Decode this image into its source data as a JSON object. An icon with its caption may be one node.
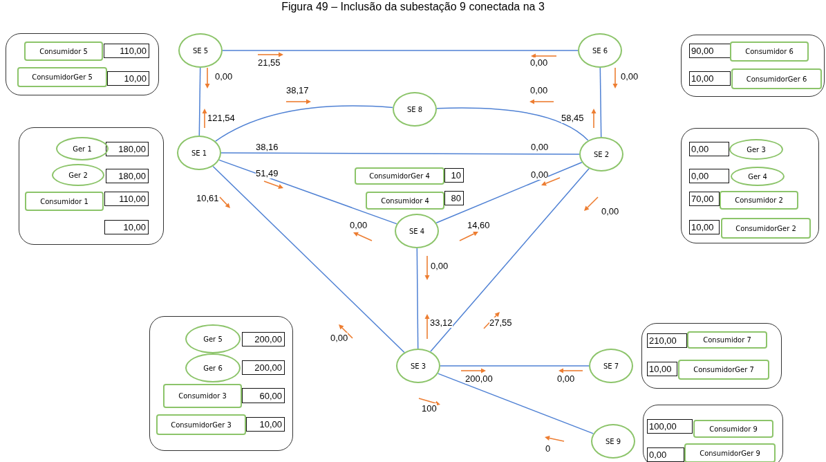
{
  "diagram": {
    "title": "Figura 49 – Inclusão da subestação 9 conectada na 3",
    "nodes": [
      {
        "text": [],
        "shape": "box"
      },
      {
        "text": [
          "Consumidor 5"
        ],
        "in": 0
      },
      {
        "text": [
          "110,00"
        ],
        "in": 0
      },
      {
        "text": [
          "ConsumidorGer 5"
        ],
        "in": 0
      },
      {
        "text": [
          "10,00"
        ],
        "in": 0
      },
      {
        "text": [
          "SE 5"
        ]
      },
      {
        "text": [
          "SE 6"
        ]
      },
      {
        "text": [],
        "shape": "box"
      },
      {
        "text": [
          "90,00"
        ],
        "in": 7
      },
      {
        "text": [
          "Consumidor 6"
        ],
        "in": 7
      },
      {
        "text": [
          "10,00"
        ],
        "in": 7
      },
      {
        "text": [
          "ConsumidorGer 6"
        ],
        "in": 7
      },
      {
        "text": [
          "SE 8"
        ]
      },
      {
        "text": [],
        "shape": "box"
      },
      {
        "text": [
          "Ger 1"
        ],
        "in": 13
      },
      {
        "text": [
          "180,00"
        ],
        "in": 13
      },
      {
        "text": [
          "Ger 2"
        ],
        "in": 13
      },
      {
        "text": [
          "180,00"
        ],
        "in": 13
      },
      {
        "text": [
          "Consumidor 1"
        ],
        "in": 13
      },
      {
        "text": [
          "110,00"
        ],
        "in": 13
      },
      {
        "text": [
          "10,00"
        ],
        "in": 13
      },
      {
        "text": [
          "SE 1"
        ]
      },
      {
        "text": [
          "SE 2"
        ]
      },
      {
        "text": [],
        "shape": "box"
      },
      {
        "text": [
          "0,00"
        ],
        "in": 23
      },
      {
        "text": [
          "Ger 3"
        ],
        "in": 23
      },
      {
        "text": [
          "0,00"
        ],
        "in": 23
      },
      {
        "text": [
          "Ger 4"
        ],
        "in": 23
      },
      {
        "text": [
          "70,00"
        ],
        "in": 23
      },
      {
        "text": [
          "Consumidor 2"
        ],
        "in": 23
      },
      {
        "text": [
          "10,00"
        ],
        "in": 23
      },
      {
        "text": [
          "ConsumidorGer 2"
        ],
        "in": 23
      },
      {
        "text": [
          "ConsumidorGer 4"
        ]
      },
      {
        "text": [
          "10"
        ]
      },
      {
        "text": [
          "Consumidor 4"
        ]
      },
      {
        "text": [
          "80"
        ]
      },
      {
        "text": [
          "SE 4"
        ]
      },
      {
        "text": [],
        "shape": "box"
      },
      {
        "text": [
          "Ger 5"
        ],
        "in": 37
      },
      {
        "text": [
          "200,00"
        ],
        "in": 37
      },
      {
        "text": [
          "Ger 6"
        ],
        "in": 37
      },
      {
        "text": [
          "200,00"
        ],
        "in": 37
      },
      {
        "text": [
          "Consumidor 3"
        ],
        "in": 37
      },
      {
        "text": [
          "60,00"
        ],
        "in": 37
      },
      {
        "text": [
          "ConsumidorGer 3"
        ],
        "in": 37
      },
      {
        "text": [
          "10,00"
        ],
        "in": 37
      },
      {
        "text": [
          "SE 3"
        ]
      },
      {
        "text": [
          "SE 7"
        ]
      },
      {
        "text": [],
        "shape": "box"
      },
      {
        "text": [
          "210,00"
        ],
        "in": 48
      },
      {
        "text": [
          "Consumidor 7"
        ],
        "in": 48
      },
      {
        "text": [
          "10,00"
        ],
        "in": 48
      },
      {
        "text": [
          "ConsumidorGer 7"
        ],
        "in": 48
      },
      {
        "text": [
          "SE 9"
        ]
      },
      {
        "text": [],
        "shape": "box"
      },
      {
        "text": [
          "100,00"
        ],
        "in": 54
      },
      {
        "text": [
          "Consumidor 9"
        ],
        "in": 54
      },
      {
        "text": [
          "0,00"
        ],
        "in": 54
      },
      {
        "text": [
          "ConsumidorGer 9"
        ],
        "in": 54
      }
    ],
    "edges": [
      {
        "from": 5,
        "to": 6,
        "arrow": "none"
      },
      {
        "from": 5,
        "to": 21,
        "arrow": "none"
      },
      {
        "from": 6,
        "to": 22,
        "arrow": "none"
      },
      {
        "from": 21,
        "to": 12,
        "arrow": "none"
      },
      {
        "from": 12,
        "to": 22,
        "arrow": "none"
      },
      {
        "from": 21,
        "to": 22,
        "arrow": "none"
      },
      {
        "from": 21,
        "to": 36,
        "arrow": "none"
      },
      {
        "from": 22,
        "to": 36,
        "arrow": "none"
      },
      {
        "from": 21,
        "to": 46,
        "arrow": "none"
      },
      {
        "from": 22,
        "to": 46,
        "arrow": "none"
      },
      {
        "from": 36,
        "to": 46,
        "arrow": "none"
      },
      {
        "from": 46,
        "to": 47,
        "arrow": "none"
      },
      {
        "from": 46,
        "to": 53,
        "arrow": "none"
      }
    ],
    "labels": [
      "21,55",
      "0,00",
      "0,00",
      "0,00",
      "38,17",
      "0,00",
      "121,54",
      "58,45",
      "38,16",
      "0,00",
      "51,49",
      "0,00",
      "10,61",
      "0,00",
      "0,00",
      "14,60",
      "0,00",
      "33,12",
      "27,55",
      "0,00",
      "200,00",
      "0,00",
      "100",
      "0"
    ]
  }
}
